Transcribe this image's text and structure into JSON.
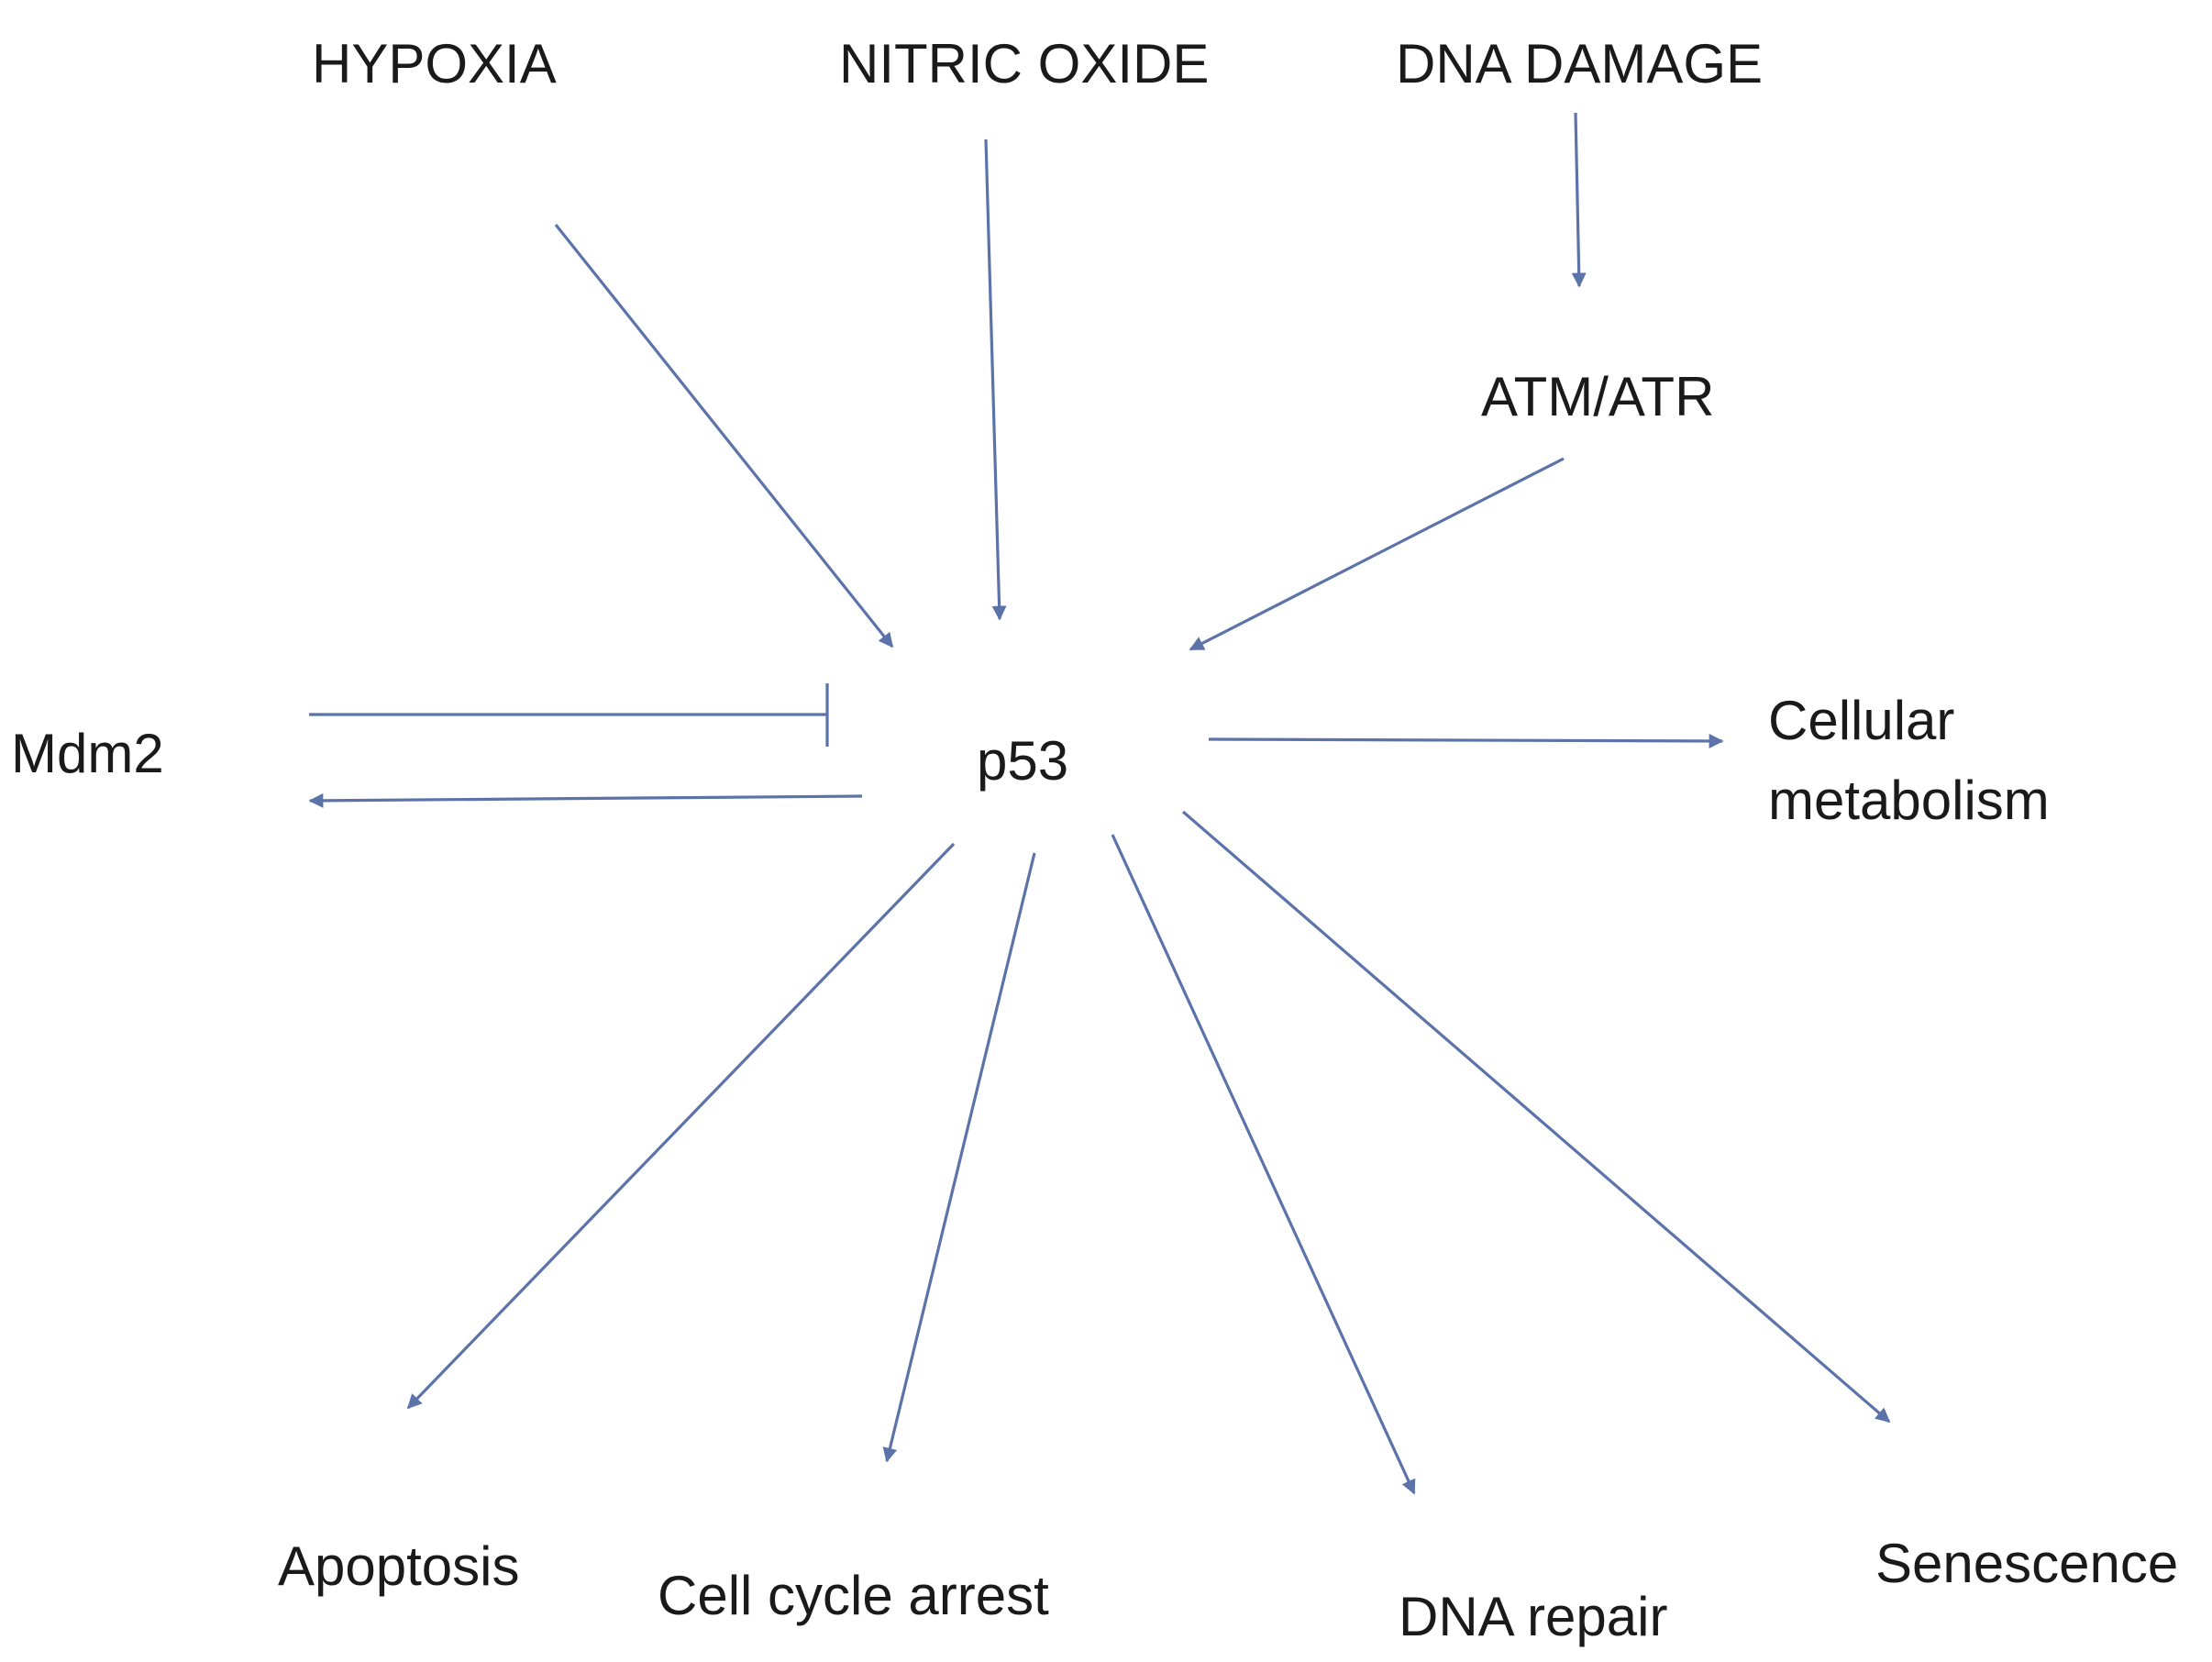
{
  "diagram": {
    "type": "pathway",
    "edge_color": "#5b73a8",
    "nodes": {
      "hypoxia": "HYPOXIA",
      "nitric_oxide": "NITRIC OXIDE",
      "dna_damage": "DNA DAMAGE",
      "atm_atr": "ATM/ATR",
      "mdm2": "Mdm2",
      "p53": "p53",
      "metabolism_line1": "Cellular",
      "metabolism_line2": "metabolism",
      "apoptosis": "Apoptosis",
      "cell_cycle_arrest": "Cell cycle arrest",
      "dna_repair": "DNA repair",
      "senescence": "Senescence"
    },
    "edges": [
      {
        "from": "HYPOXIA",
        "to": "p53",
        "kind": "activates"
      },
      {
        "from": "NITRIC OXIDE",
        "to": "p53",
        "kind": "activates"
      },
      {
        "from": "DNA DAMAGE",
        "to": "ATM/ATR",
        "kind": "activates"
      },
      {
        "from": "ATM/ATR",
        "to": "p53",
        "kind": "activates"
      },
      {
        "from": "Mdm2",
        "to": "p53",
        "kind": "inhibits"
      },
      {
        "from": "p53",
        "to": "Mdm2",
        "kind": "activates"
      },
      {
        "from": "p53",
        "to": "Cellular metabolism",
        "kind": "activates"
      },
      {
        "from": "p53",
        "to": "Apoptosis",
        "kind": "activates"
      },
      {
        "from": "p53",
        "to": "Cell cycle arrest",
        "kind": "activates"
      },
      {
        "from": "p53",
        "to": "DNA repair",
        "kind": "activates"
      },
      {
        "from": "p53",
        "to": "Senescence",
        "kind": "activates"
      }
    ]
  }
}
